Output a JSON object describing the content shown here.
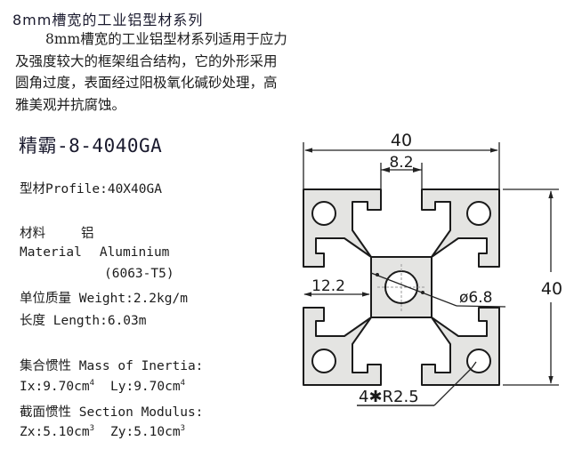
{
  "header": {
    "title": "8mm槽宽的工业铝型材系列"
  },
  "description": {
    "lines": [
      "8mm槽宽的工业铝型材系列适用于应力",
      "及强度较大的框架组合结构，它的外形采用",
      "圆角过度，表面经过阳极氧化碱砂处理，高",
      "雅美观并抗腐蚀。"
    ]
  },
  "model": {
    "name": "精霸-8-4040GA"
  },
  "specs": {
    "profile": "型材Profile:40X40GA",
    "material_cn_label": "材料",
    "material_cn_value": "铝",
    "material_en_label": "Material",
    "material_en_value": "Aluminium",
    "alloy": "(6063-T5)",
    "weight": "单位质量 Weight:2.2kg/m",
    "length": "长度 Length:6.03m",
    "inertia_label": "集合惯性 Mass of Inertia:",
    "ix": "Ix:9.70cm",
    "ix_exp": "4",
    "ly": "Ly:9.70cm",
    "ly_exp": "4",
    "modulus_label": "截面惯性 Section Modulus:",
    "zx": "Zx:5.10cm",
    "zx_exp": "3",
    "zy": "Zy:5.10cm",
    "zy_exp": "3"
  },
  "drawing": {
    "width_dim": "40",
    "slot_dim": "8.2",
    "height_dim": "40",
    "offset_dim": "12.2",
    "hole_dim": "ø6.8",
    "radius_dim": "4✱R2.5",
    "colors": {
      "fill": "#e4e4e2",
      "stroke": "#1a1a1a",
      "dim_line": "#222222"
    }
  }
}
